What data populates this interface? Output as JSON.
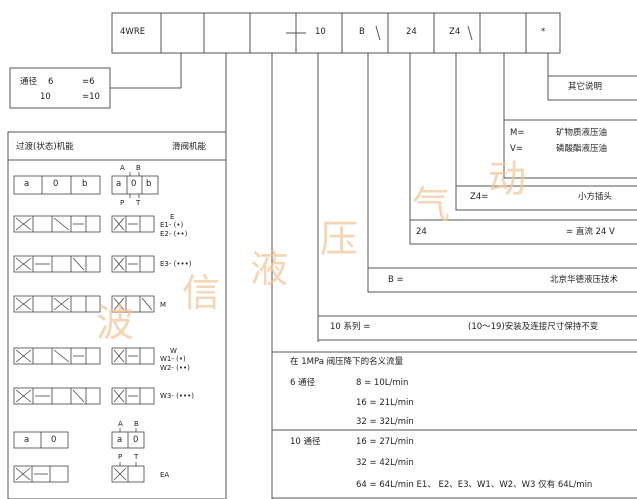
{
  "code_header": {
    "model": "4WRE",
    "size": "10",
    "version": "B",
    "sep1": "/",
    "voltage": "24",
    "connector": "Z4",
    "sep2": "/",
    "other": "*"
  },
  "bore_box": {
    "label": "通径",
    "row1_left": "6",
    "row1_right": "=6",
    "row2_left": "10",
    "row2_right": "=10"
  },
  "spool_section": {
    "title_left": "过渡(状态)机能",
    "title_right": "滑阀机能",
    "top_labels": [
      "A",
      "B",
      "P",
      "T"
    ],
    "cell_letters": [
      "a",
      "0",
      "b"
    ],
    "bottom_top_labels": [
      "A",
      "B"
    ],
    "bottom_cell_letters": [
      "a",
      "0"
    ],
    "bottom_bottom_labels": [
      "P",
      "T"
    ],
    "groups": [
      {
        "lines": [
          "E",
          "E1- (•)",
          "E2- (••)"
        ]
      },
      {
        "lines": [
          "E3- (•••)"
        ]
      },
      {
        "lines": [
          "M"
        ]
      },
      {
        "lines": [
          "W",
          "W1- (•)",
          "W2- (••)"
        ]
      },
      {
        "lines": [
          "W3- (•••)"
        ]
      },
      {
        "lines": [
          "EA"
        ]
      }
    ]
  },
  "right_boxes": {
    "other_desc": "其它说明",
    "m_label": "M=",
    "m_value": "矿物质液压油",
    "v_label": "V=",
    "v_value": "磷酸酯液压油",
    "z4_label": "Z4=",
    "z4_value": "小方插头",
    "v24_label": "24",
    "v24_value": "= 直流 24 V",
    "b_label": "B =",
    "b_value": "北京华德液压技术",
    "series_label": "10 系列 =",
    "series_value": "(10～19)安装及连接尺寸保持不变"
  },
  "flow_section": {
    "title": "在 1MPa 阀压降下的名义流量",
    "bore6_label": "6 通径",
    "bore6_rows": [
      "8 = 10L/min",
      "16 = 21L/min",
      "32 = 32L/min"
    ],
    "bore10_label": "10 通径",
    "bore10_rows": [
      "16 = 27L/min",
      "32 = 42L/min",
      "64 = 64L/min   E1、 E2、E3、W1、W2、W3 仅有 64L/min"
    ]
  },
  "watermark": [
    "波",
    "信",
    "液",
    "压",
    "气",
    "动"
  ],
  "colors": {
    "line": "#555555",
    "text": "#222222",
    "watermark": "#f2c79a"
  }
}
